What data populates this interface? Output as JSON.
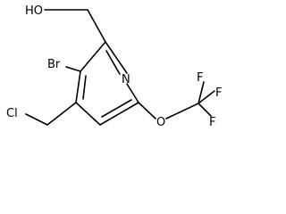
{
  "molecule": {
    "atoms": {
      "hydroxyl": "HO",
      "bromine": "Br",
      "ring_nitrogen": "N",
      "chlorine": "Cl",
      "ether_oxygen": "O",
      "fluorine_top": "F",
      "fluorine_right": "F",
      "fluorine_bottom": "F"
    }
  }
}
